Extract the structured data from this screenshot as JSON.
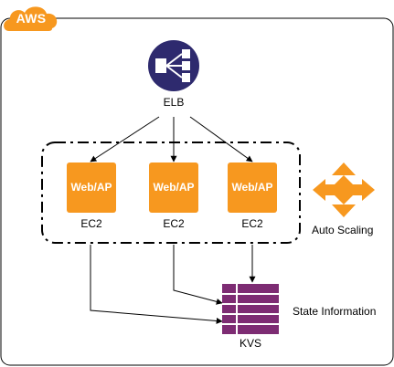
{
  "cloud": {
    "label": "AWS"
  },
  "elb": {
    "label": "ELB",
    "icon": "elb-icon"
  },
  "instances": [
    {
      "app": "Web/AP",
      "type": "EC2"
    },
    {
      "app": "Web/AP",
      "type": "EC2"
    },
    {
      "app": "Web/AP",
      "type": "EC2"
    }
  ],
  "autoscaling": {
    "label": "Auto Scaling",
    "icon": "auto-scaling-icon"
  },
  "kvs": {
    "label": "KVS",
    "note": "State Information",
    "icon": "kvs-table-icon"
  },
  "colors": {
    "aws_orange": "#F7981F",
    "elb_navy": "#2E2A6E",
    "kvs_purple": "#7D2C73"
  }
}
